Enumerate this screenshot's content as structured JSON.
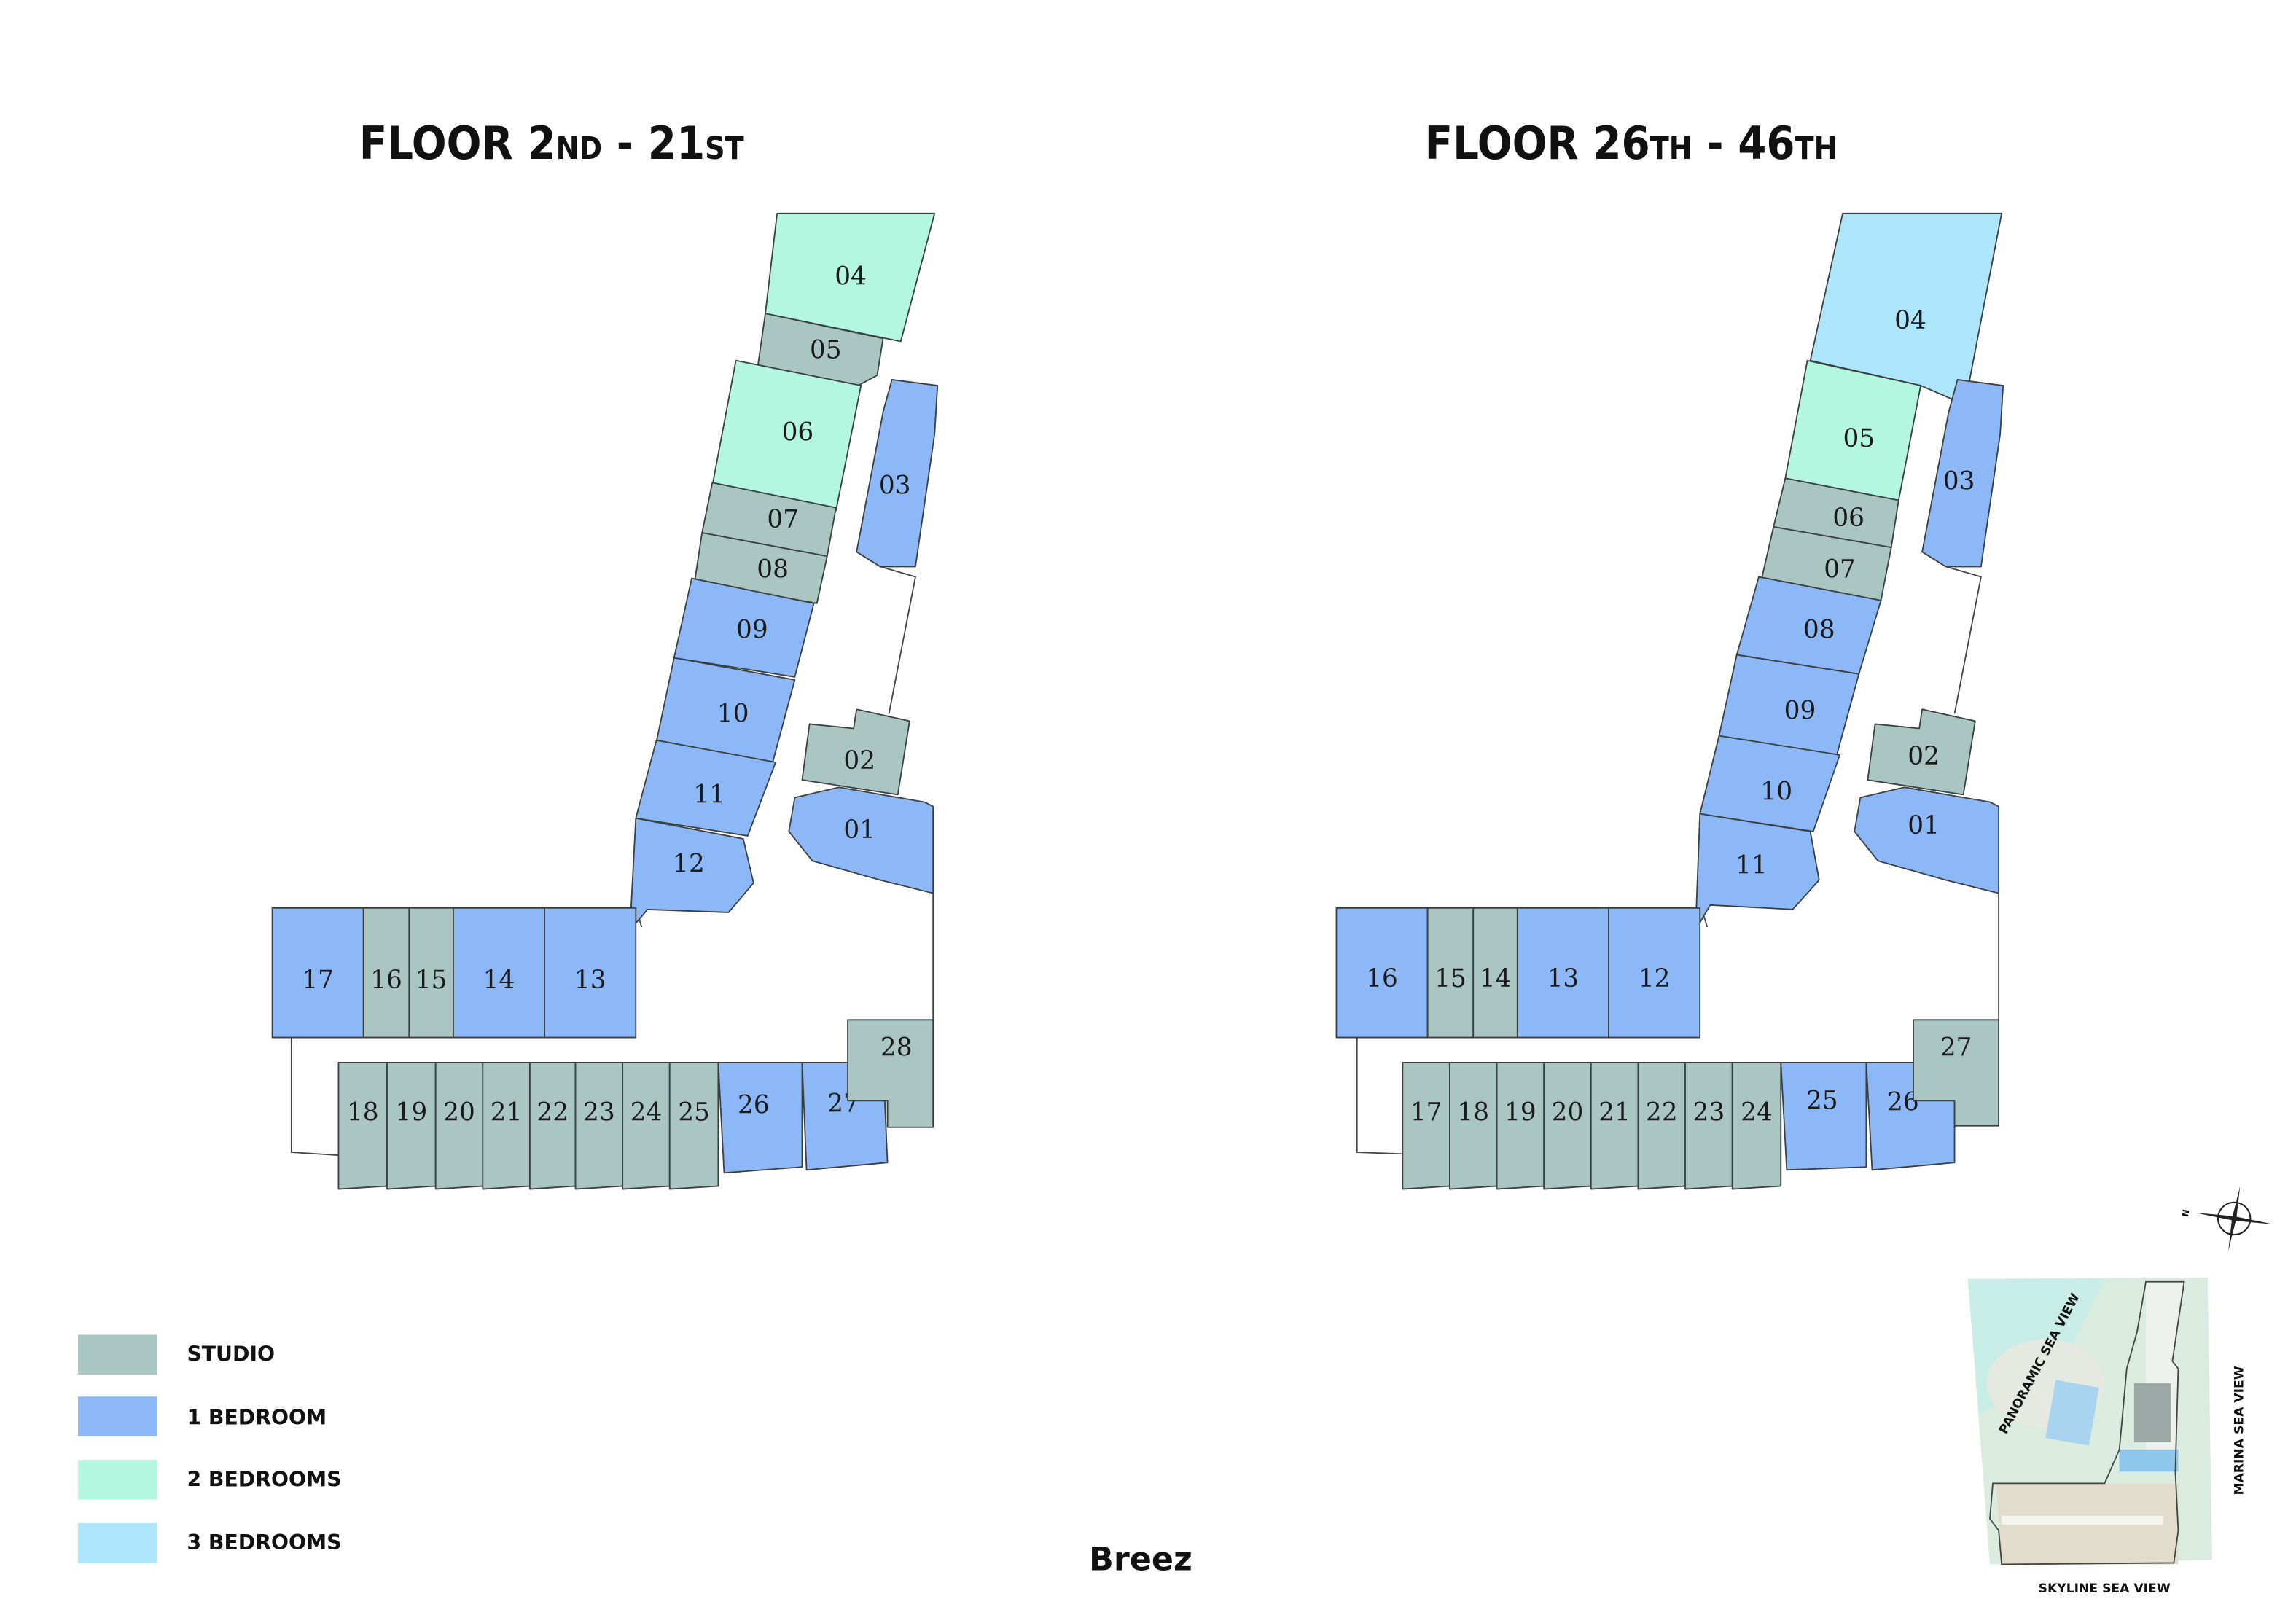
{
  "colors": {
    "studio": "#a9c6c2",
    "1br": "#8db8f8",
    "2br": "#b3f7e1",
    "3br": "#ade6fb"
  },
  "floors": [
    {
      "title": {
        "main": "FLOOR 2",
        "suffix1": "ND",
        "mid": " - 21",
        "suffix2": "ST"
      },
      "units": [
        {
          "label": "04",
          "type": "2br"
        },
        {
          "label": "05",
          "type": "studio"
        },
        {
          "label": "06",
          "type": "2br"
        },
        {
          "label": "07",
          "type": "studio"
        },
        {
          "label": "08",
          "type": "studio"
        },
        {
          "label": "09",
          "type": "1br"
        },
        {
          "label": "10",
          "type": "1br"
        },
        {
          "label": "11",
          "type": "1br"
        },
        {
          "label": "12",
          "type": "1br"
        },
        {
          "label": "03",
          "type": "1br"
        },
        {
          "label": "02",
          "type": "studio"
        },
        {
          "label": "01",
          "type": "1br"
        },
        {
          "label": "17",
          "type": "1br"
        },
        {
          "label": "16",
          "type": "studio"
        },
        {
          "label": "15",
          "type": "studio"
        },
        {
          "label": "14",
          "type": "1br"
        },
        {
          "label": "13",
          "type": "1br"
        },
        {
          "label": "18",
          "type": "studio"
        },
        {
          "label": "19",
          "type": "studio"
        },
        {
          "label": "20",
          "type": "studio"
        },
        {
          "label": "21",
          "type": "studio"
        },
        {
          "label": "22",
          "type": "studio"
        },
        {
          "label": "23",
          "type": "studio"
        },
        {
          "label": "24",
          "type": "studio"
        },
        {
          "label": "25",
          "type": "studio"
        },
        {
          "label": "26",
          "type": "1br"
        },
        {
          "label": "27",
          "type": "1br"
        },
        {
          "label": "28",
          "type": "studio"
        }
      ]
    },
    {
      "title": {
        "main": "FLOOR 26",
        "suffix1": "TH",
        "mid": " - 46",
        "suffix2": "TH"
      },
      "units": [
        {
          "label": "04",
          "type": "3br"
        },
        {
          "label": "05",
          "type": "2br"
        },
        {
          "label": "06",
          "type": "studio"
        },
        {
          "label": "07",
          "type": "studio"
        },
        {
          "label": "08",
          "type": "1br"
        },
        {
          "label": "09",
          "type": "1br"
        },
        {
          "label": "10",
          "type": "1br"
        },
        {
          "label": "11",
          "type": "1br"
        },
        {
          "label": "03",
          "type": "1br"
        },
        {
          "label": "02",
          "type": "studio"
        },
        {
          "label": "01",
          "type": "1br"
        },
        {
          "label": "16",
          "type": "1br"
        },
        {
          "label": "15",
          "type": "studio"
        },
        {
          "label": "14",
          "type": "studio"
        },
        {
          "label": "13",
          "type": "1br"
        },
        {
          "label": "12",
          "type": "1br"
        },
        {
          "label": "17",
          "type": "studio"
        },
        {
          "label": "18",
          "type": "studio"
        },
        {
          "label": "19",
          "type": "studio"
        },
        {
          "label": "20",
          "type": "studio"
        },
        {
          "label": "21",
          "type": "studio"
        },
        {
          "label": "22",
          "type": "studio"
        },
        {
          "label": "23",
          "type": "studio"
        },
        {
          "label": "24",
          "type": "studio"
        },
        {
          "label": "25",
          "type": "1br"
        },
        {
          "label": "26",
          "type": "1br"
        },
        {
          "label": "27",
          "type": "studio"
        }
      ]
    }
  ],
  "legend": [
    {
      "label": "STUDIO",
      "type": "studio"
    },
    {
      "label": "1 BEDROOM",
      "type": "1br"
    },
    {
      "label": "2 BEDROOMS",
      "type": "2br"
    },
    {
      "label": "3 BEDROOMS",
      "type": "3br"
    }
  ],
  "brand": "Breez",
  "site_map": {
    "views": {
      "panoramic": "PANORAMIC SEA VIEW",
      "marina": "MARINA SEA VIEW",
      "skyline": "SKYLINE SEA VIEW"
    },
    "compass_north": "N"
  }
}
